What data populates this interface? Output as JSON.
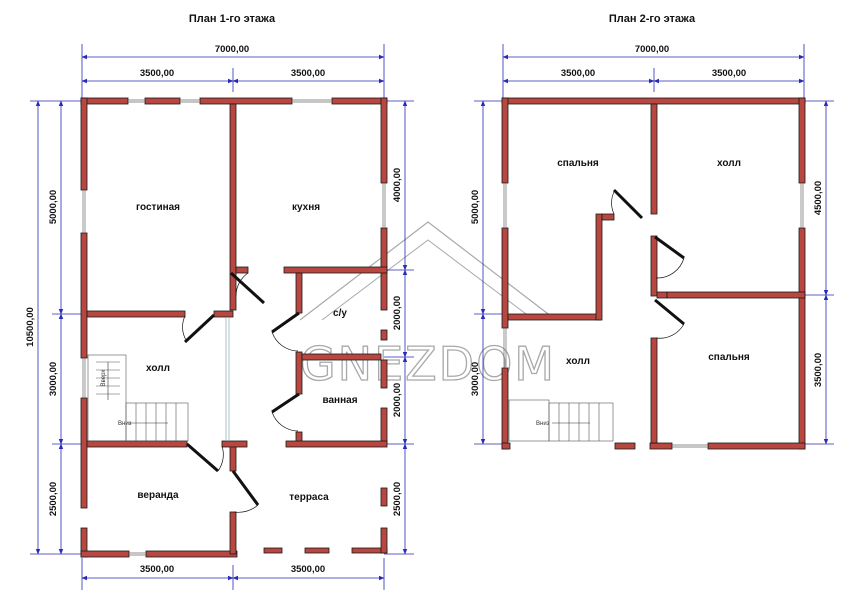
{
  "plan1": {
    "title": "План 1-го этажа",
    "dims": {
      "top_total": "7000,00",
      "top_left": "3500,00",
      "top_right": "3500,00",
      "bottom_left": "3500,00",
      "bottom_right": "3500,00",
      "left_total": "10500,00",
      "left_1": "5000,00",
      "left_2": "3000,00",
      "left_3": "2500,00",
      "right_1": "4000,00",
      "right_2": "2000,00",
      "right_3": "2000,00",
      "right_4": "2500,00"
    },
    "rooms": {
      "living": "гостиная",
      "kitchen": "кухня",
      "hall": "холл",
      "wc": "с/у",
      "bath": "ванная",
      "veranda": "веранда",
      "terrace": "терраса"
    },
    "stairs": {
      "up": "Вверх",
      "down": "Вниз"
    }
  },
  "plan2": {
    "title": "План 2-го этажа",
    "dims": {
      "top_total": "7000,00",
      "top_left": "3500,00",
      "top_right": "3500,00",
      "left_1": "5000,00",
      "left_2": "3000,00",
      "right_1": "4500,00",
      "right_2": "3500,00"
    },
    "rooms": {
      "bedroom_left": "спальня",
      "hall_right": "холл",
      "hall_left": "холл",
      "bedroom_right": "спальня"
    },
    "stairs": {
      "down": "Вниз"
    }
  },
  "watermark": "GNEZDOM",
  "colors": {
    "wall_fill": "#b8473f",
    "wall_stroke": "#1a1a1a",
    "dimension_line": "#2a2ab8",
    "watermark": "#9a9a9a"
  }
}
